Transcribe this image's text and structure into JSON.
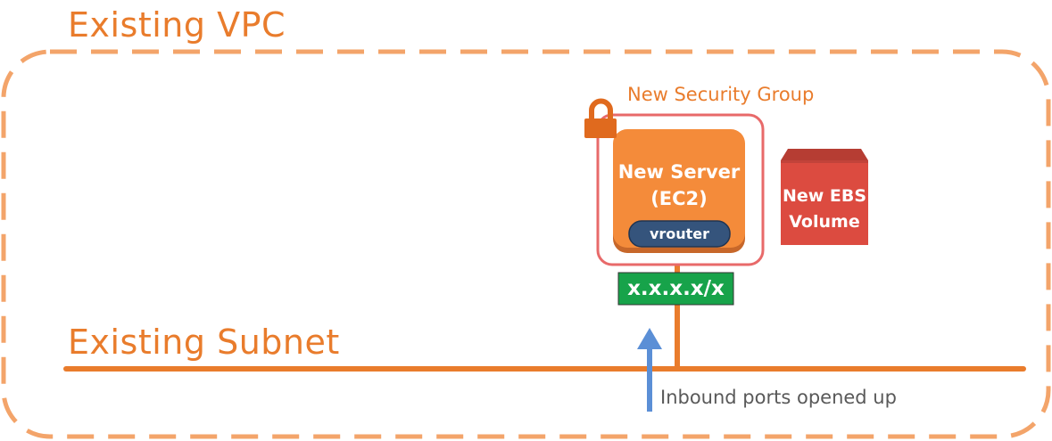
{
  "vpc": {
    "label": "Existing VPC"
  },
  "subnet": {
    "label": "Existing Subnet"
  },
  "security_group": {
    "label": "New Security Group"
  },
  "server": {
    "line1": "New Server",
    "line2": "(EC2)",
    "vrouter_label": "vrouter"
  },
  "ebs": {
    "line1": "New EBS",
    "line2": "Volume"
  },
  "ip": {
    "label": "x.x.x.x/x"
  },
  "inbound": {
    "label": "Inbound ports opened up"
  },
  "icons": {
    "lock": "lock-icon",
    "arrow": "up-arrow-icon"
  },
  "colors": {
    "vpc_orange": "#e97c2c",
    "server_orange": "#f48b3a",
    "server_shadow": "#c7672a",
    "security_group_pink": "#e86a6a",
    "vrouter_navy": "#35547c",
    "ebs_red": "#dc4b40",
    "ip_green": "#17a34a",
    "arrow_blue": "#5b8fd6",
    "text_gray": "#595959"
  }
}
